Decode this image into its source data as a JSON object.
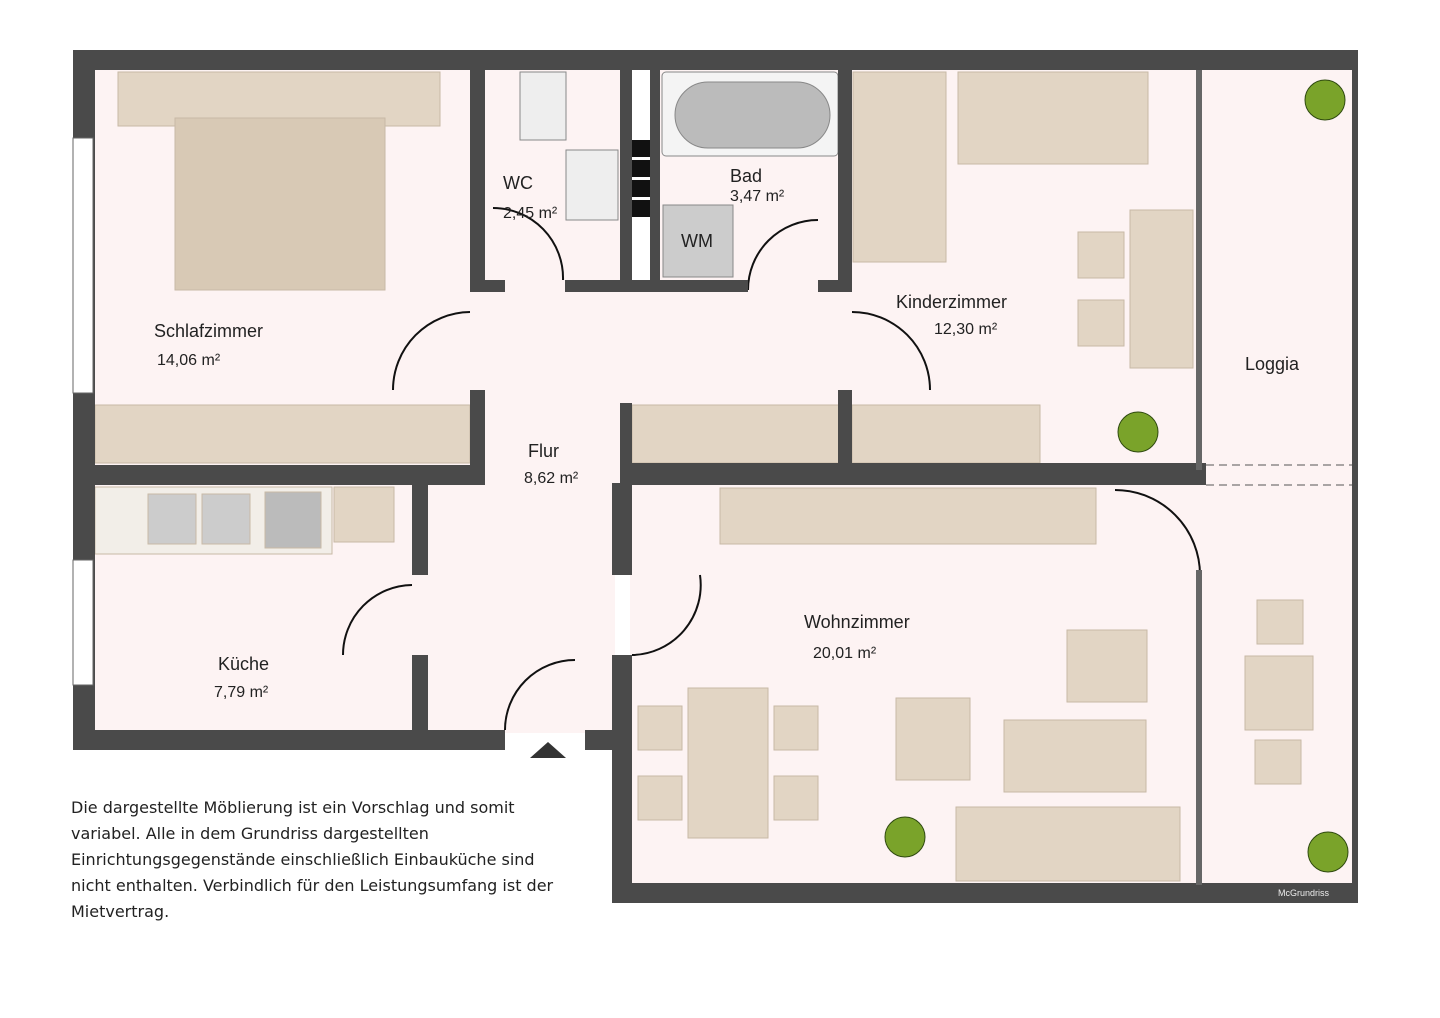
{
  "rooms": {
    "schlafzimmer": {
      "name": "Schlafzimmer",
      "area": "14,06 m²"
    },
    "wc": {
      "name": "WC",
      "area": "2,45 m²"
    },
    "bad": {
      "name": "Bad",
      "area": "3,47 m²"
    },
    "kinderzimmer": {
      "name": "Kinderzimmer",
      "area": "12,30 m²"
    },
    "loggia": {
      "name": "Loggia"
    },
    "flur": {
      "name": "Flur",
      "area": "8,62 m²"
    },
    "kueche": {
      "name": "Küche",
      "area": "7,79 m²"
    },
    "wohnzimmer": {
      "name": "Wohnzimmer",
      "area": "20,01 m²"
    }
  },
  "fixtures": {
    "washing_machine": "WM"
  },
  "note": "Die dargestellte Möblierung ist ein Vorschlag und somit variabel. Alle in dem Grundriss dargestellten Einrichtungsgegenstände einschließlich Einbauküche sind nicht enthalten. Verbindlich für den Leistungsumfang ist der Mietvertrag.",
  "brand": "McGrundriss",
  "colors": {
    "wall": "#4a4a4a",
    "floor": "#fdf3f3",
    "furniture": "#e2d5c4"
  }
}
